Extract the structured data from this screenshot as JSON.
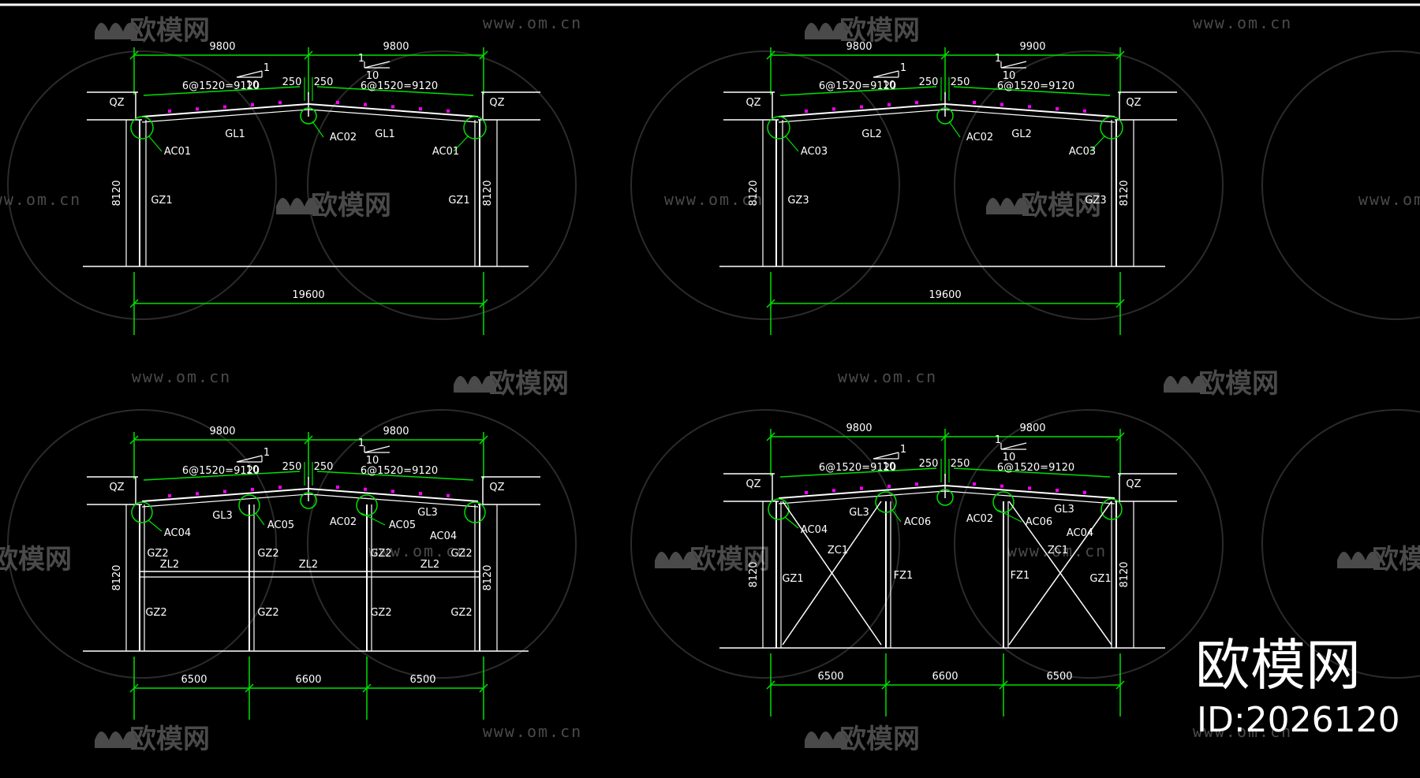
{
  "watermark": {
    "brand": "欧模网",
    "url": "www.om.cn"
  },
  "corner_badge": {
    "brand": "欧模网",
    "id": "ID:2026120"
  },
  "frames": [
    {
      "top_left": "9800",
      "top_right": "9800",
      "slope_run": "10",
      "slope_rise": "1",
      "span_left": "6@1520=9120",
      "span_right": "6@1520=9120",
      "ridge_left": "250",
      "ridge_right": "250",
      "corner_left": "QZ",
      "corner_right": "QZ",
      "beam_left": "GL1",
      "beam_right": "GL1",
      "node_left": "AC01",
      "node_ridge": "AC02",
      "node_right": "AC01",
      "col_left": "GZ1",
      "col_right": "GZ1",
      "height_left": "8120",
      "height_right": "8120",
      "bottom_total": "19600"
    },
    {
      "top_left": "9800",
      "top_right": "9900",
      "slope_run": "10",
      "slope_rise": "1",
      "span_left": "6@1520=9120",
      "span_right": "6@1520=9120",
      "ridge_left": "250",
      "ridge_right": "250",
      "corner_left": "QZ",
      "corner_right": "QZ",
      "beam_left": "GL2",
      "beam_right": "GL2",
      "node_left": "AC03",
      "node_ridge": "AC02",
      "node_right": "AC03",
      "col_left": "GZ3",
      "col_right": "GZ3",
      "height_left": "8120",
      "height_right": "8120",
      "bottom_total": "19600"
    },
    {
      "top_left": "9800",
      "top_right": "9800",
      "slope_run": "10",
      "slope_rise": "1",
      "span_left": "6@1520=9120",
      "span_right": "6@1520=9120",
      "ridge_left": "250",
      "ridge_right": "250",
      "corner_left": "QZ",
      "corner_right": "QZ",
      "beam_left": "GL3",
      "beam_right": "GL3",
      "node_a": "AC04",
      "node_b": "AC05",
      "node_c": "AC02",
      "node_d": "AC05",
      "node_e": "AC04",
      "gz_upper": [
        "GZ2",
        "GZ2",
        "GZ2",
        "GZ2"
      ],
      "zl": [
        "ZL2",
        "ZL2",
        "ZL2"
      ],
      "gz_lower": [
        "GZ2",
        "GZ2",
        "GZ2",
        "GZ2"
      ],
      "height_left": "8120",
      "height_right": "8120",
      "bottom_spans": [
        "6500",
        "6600",
        "6500"
      ]
    },
    {
      "top_left": "9800",
      "top_right": "9800",
      "slope_run": "10",
      "slope_rise": "1",
      "span_left": "6@1520=9120",
      "span_right": "6@1520=9120",
      "ridge_left": "250",
      "ridge_right": "250",
      "corner_left": "QZ",
      "corner_right": "QZ",
      "beam_left": "GL3",
      "beam_right": "GL3",
      "node_a": "AC04",
      "node_b": "AC06",
      "node_c": "AC02",
      "node_d": "AC06",
      "node_e": "AC04",
      "brace": [
        "ZC1",
        "ZC1"
      ],
      "fz": [
        "FZ1",
        "FZ1"
      ],
      "gz": [
        "GZ1",
        "GZ1"
      ],
      "height_left": "8120",
      "height_right": "8120",
      "bottom_spans": [
        "6500",
        "6600",
        "6500"
      ]
    }
  ]
}
